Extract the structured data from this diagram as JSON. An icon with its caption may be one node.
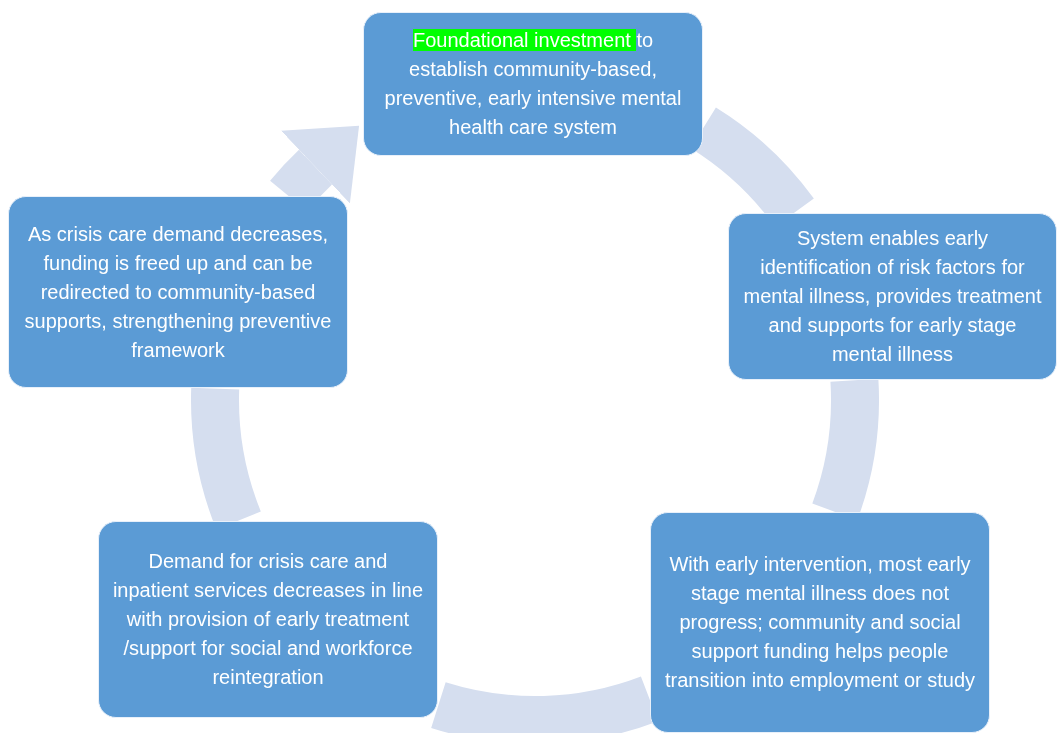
{
  "diagram": {
    "nodes": [
      {
        "text": [
          "Foundational investment to establish community-based, preventive, early intensive mental health care system"
        ]
      },
      {
        "text": [
          "System enables early identification of risk factors for mental illness, provides treatment and supports for early stage mental illness"
        ]
      },
      {
        "text": [
          "With early intervention, most early stage mental illness does not progress; community and social support funding helps people  transition into employment or study"
        ]
      },
      {
        "text": [
          "Demand for crisis care and inpatient services decreases in line with provision of early treatment /support for social and workforce reintegration"
        ]
      },
      {
        "text": [
          "As crisis care demand decreases, funding is freed up and can be redirected to community-based supports, strengthening preventive framework"
        ]
      }
    ],
    "edges": [
      {
        "from": 0,
        "to": 1,
        "arrow": "none"
      },
      {
        "from": 1,
        "to": 2,
        "arrow": "none"
      },
      {
        "from": 2,
        "to": 3,
        "arrow": "none"
      },
      {
        "from": 3,
        "to": 4,
        "arrow": "none"
      },
      {
        "from": 4,
        "to": 0,
        "arrow": "to"
      }
    ]
  }
}
